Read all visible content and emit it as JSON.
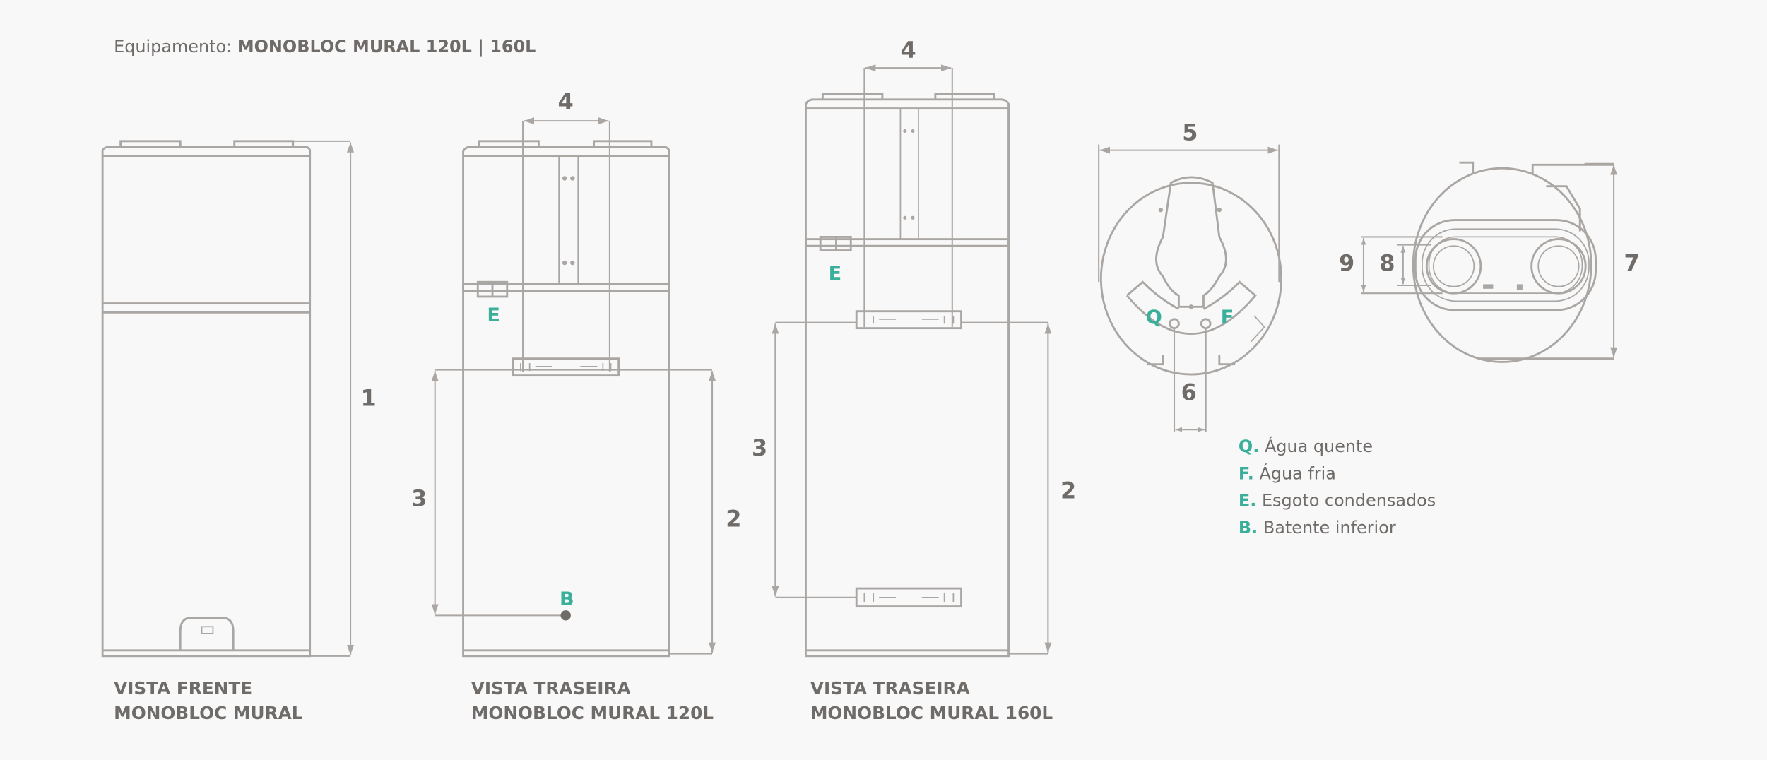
{
  "header": {
    "prefix": "Equipamento:",
    "equipment": "MONOBLOC MURAL 120L | 160L"
  },
  "dimensions": {
    "d1": "1",
    "d2": "2",
    "d3": "3",
    "d4": "4",
    "d5": "5",
    "d6": "6",
    "d7": "7",
    "d8": "8",
    "d9": "9"
  },
  "markers": {
    "q": "Q",
    "f": "F",
    "e": "E",
    "b": "B"
  },
  "views": [
    {
      "line1": "VISTA FRENTE",
      "line2": "MONOBLOC MURAL"
    },
    {
      "line1": "VISTA TRASEIRA",
      "line2": "MONOBLOC MURAL 120L"
    },
    {
      "line1": "VISTA TRASEIRA",
      "line2": "MONOBLOC MURAL 160L"
    }
  ],
  "legend": [
    {
      "key": "Q.",
      "label": "Água quente"
    },
    {
      "key": "F.",
      "label": "Água fria"
    },
    {
      "key": "E.",
      "label": "Esgoto condensados"
    },
    {
      "key": "B.",
      "label": "Batente inferior"
    }
  ],
  "colors": {
    "line": "#aaa6a3",
    "text": "#6f6b69",
    "accent": "#3aaf9a",
    "background": "#f8f8f8"
  }
}
